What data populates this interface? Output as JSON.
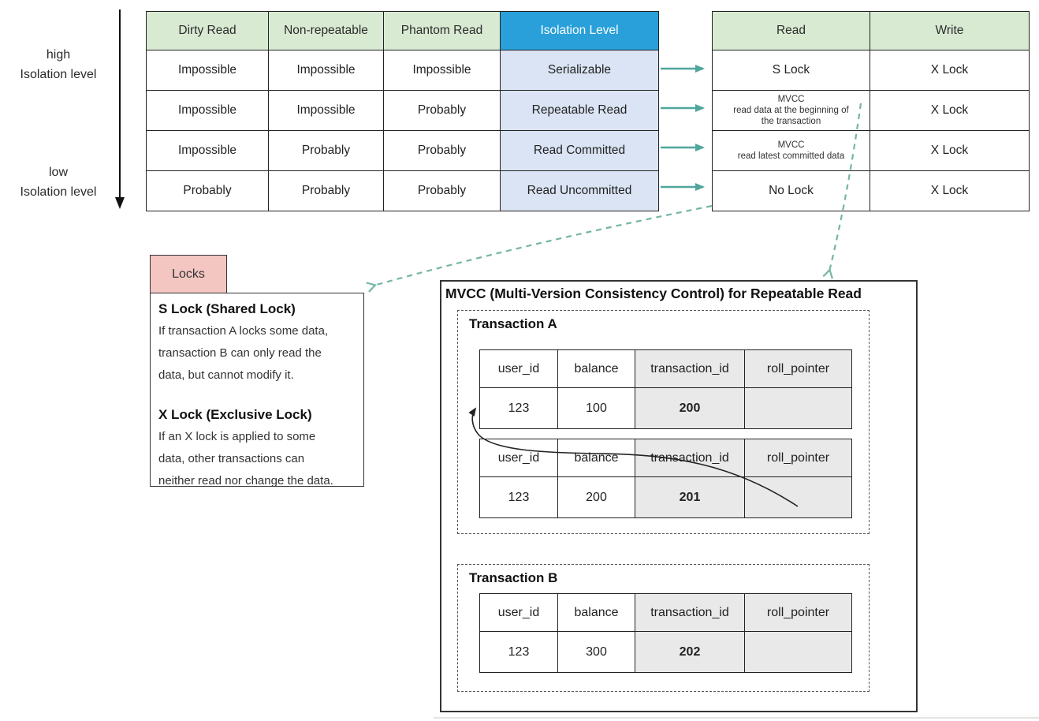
{
  "axis": {
    "high": "high",
    "low": "low",
    "label": "Isolation level"
  },
  "isolation_table": {
    "headers": [
      "Dirty Read",
      "Non-repeatable",
      "Phantom Read",
      "Isolation Level"
    ],
    "rows": [
      [
        "Impossible",
        "Impossible",
        "Impossible",
        "Serializable"
      ],
      [
        "Impossible",
        "Impossible",
        "Probably",
        "Repeatable Read"
      ],
      [
        "Impossible",
        "Probably",
        "Probably",
        "Read Committed"
      ],
      [
        "Probably",
        "Probably",
        "Probably",
        "Read Uncommitted"
      ]
    ]
  },
  "lock_table": {
    "headers": [
      "Read",
      "Write"
    ],
    "rows": [
      {
        "read": "S Lock",
        "write": "X Lock"
      },
      {
        "read": "MVCC",
        "read_sub": [
          "read data at the beginning of",
          "the transaction"
        ],
        "write": "X Lock"
      },
      {
        "read": "MVCC",
        "read_sub": [
          "read latest committed data"
        ],
        "write": "X Lock"
      },
      {
        "read": "No Lock",
        "write": "X Lock"
      }
    ]
  },
  "locks_note": {
    "tab": "Locks",
    "s_lock_title": "S Lock (Shared Lock)",
    "s_lock_lines": [
      "If transaction A locks some data,",
      "transaction B can only read the",
      "data, but cannot modify it."
    ],
    "x_lock_title": "X Lock (Exclusive Lock)",
    "x_lock_lines": [
      "If an X lock is applied to some",
      "data, other transactions can",
      "neither read nor change the data."
    ]
  },
  "mvcc": {
    "title": "MVCC (Multi-Version Consistency Control) for Repeatable Read",
    "columns": [
      "user_id",
      "balance",
      "transaction_id",
      "roll_pointer"
    ],
    "transaction_a": {
      "label": "Transaction A",
      "rows": [
        {
          "user_id": "123",
          "balance": "100",
          "transaction_id": "200",
          "roll_pointer": ""
        },
        {
          "user_id": "123",
          "balance": "200",
          "transaction_id": "201",
          "roll_pointer": ""
        }
      ]
    },
    "transaction_b": {
      "label": "Transaction B",
      "rows": [
        {
          "user_id": "123",
          "balance": "300",
          "transaction_id": "202",
          "roll_pointer": ""
        }
      ]
    }
  },
  "colors": {
    "header_green": "#D9EAD3",
    "header_blue": "#29A0DA",
    "isolation_cell_blue": "#DAE4F4",
    "locks_tab_pink": "#F4C6C2",
    "mvcc_gray_cell": "#E9E9E9",
    "arrow_teal": "#4FA69A",
    "dashed_arrow_teal": "#74B5A4"
  }
}
